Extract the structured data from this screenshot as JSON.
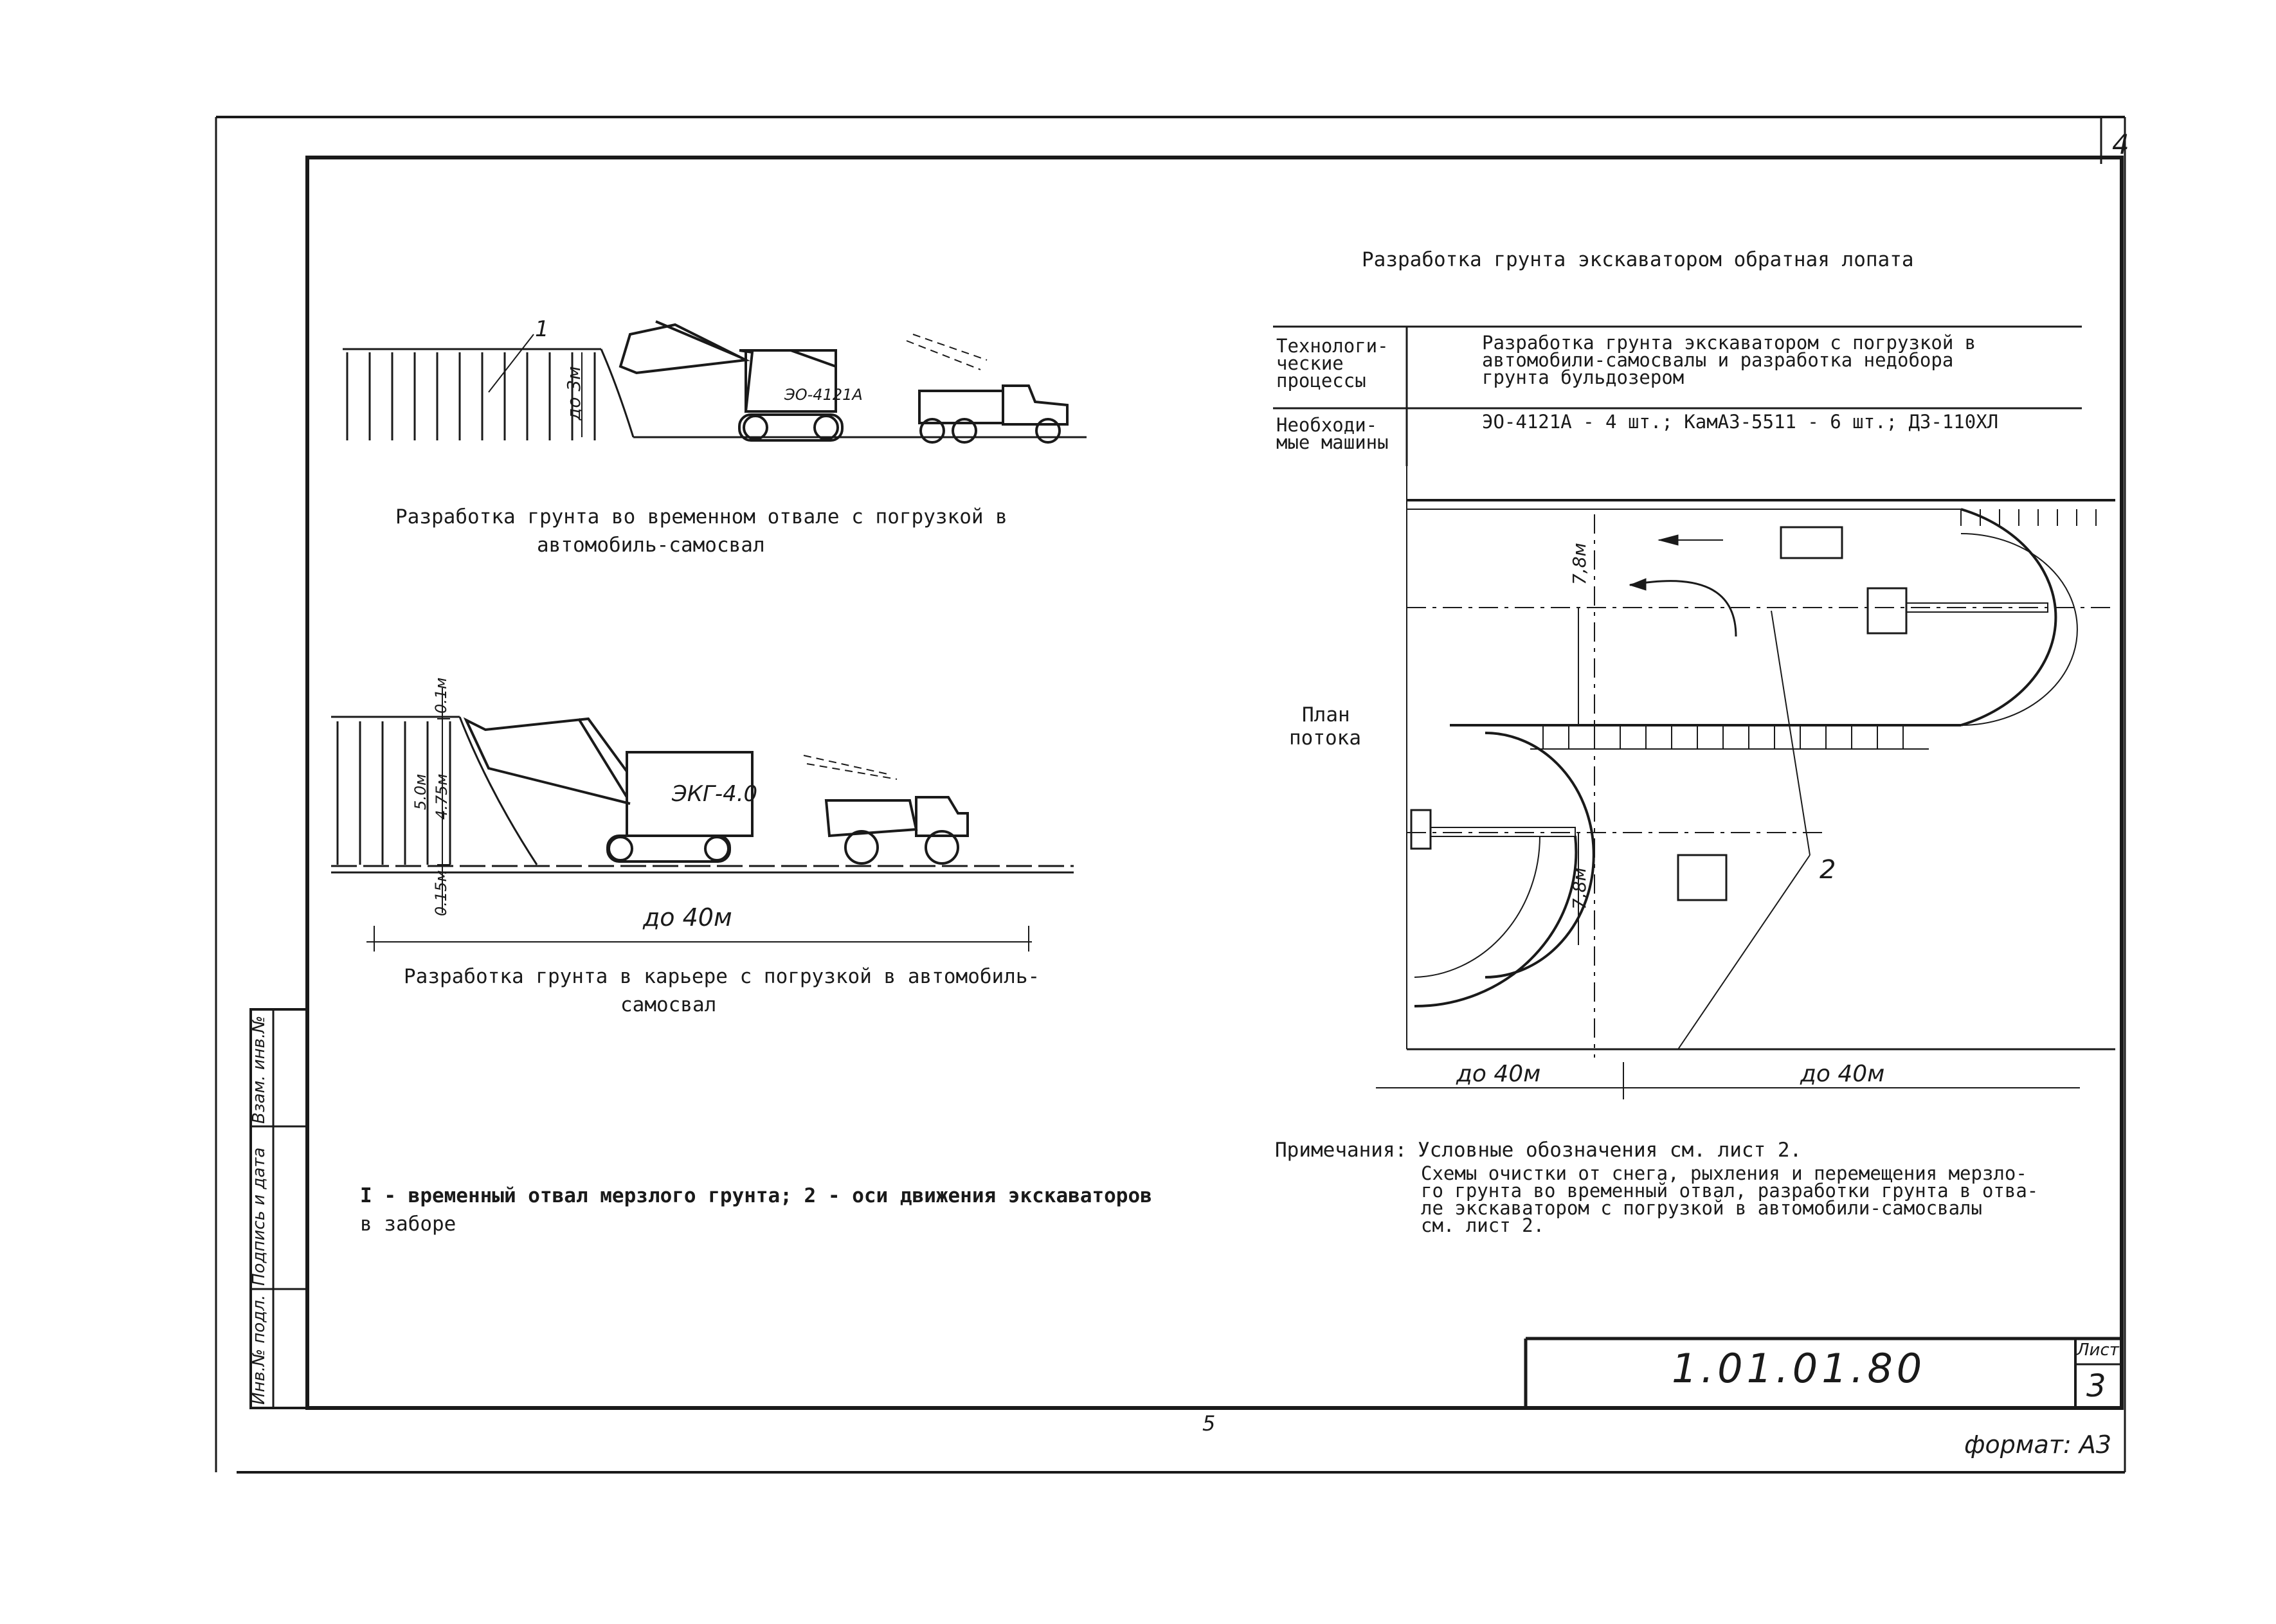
{
  "corner_sheet_number": "4",
  "page_footer_number": "5",
  "format_label": "формат: А3",
  "title_block": {
    "code": "1.01.01.80",
    "sheet_label": "Лист",
    "sheet_number": "3"
  },
  "side_stamp": {
    "cells": [
      "Инв.№ подл.",
      "Подпись и дата",
      "Взам. инв.№"
    ]
  },
  "left": {
    "fig1": {
      "dim_label": "до 3м",
      "callout": "1",
      "excavator_label": "ЭО-4121А",
      "caption_lines": [
        "Разработка грунта во временном отвале с погрузкой в",
        "автомобиль-самосвал"
      ]
    },
    "fig2": {
      "dim_top": "0.1м",
      "dim_a": "5.0м",
      "dim_b": "4.75м",
      "dim_c": "0.15м",
      "excavator_label": "ЭКГ-4.0",
      "width_label": "до 40м",
      "caption_lines": [
        "Разработка грунта в карьере с погрузкой в автомобиль-",
        "самосвал"
      ]
    },
    "legend_lines": [
      "I - временный отвал мерзлого грунта; 2 - оси движения экскаваторов",
      "в заборе"
    ]
  },
  "right": {
    "title": "Разработка грунта экскаватором обратная лопата",
    "table": {
      "row1_label": [
        "Технологи-",
        "ческие",
        "процессы"
      ],
      "row1_value": [
        "Разработка грунта экскаватором с погрузкой в",
        "автомобили-самосвалы и разработка недобора",
        "грунта бульдозером"
      ],
      "row2_label": [
        "Необходи-",
        "мые машины"
      ],
      "row2_value": "ЭО-4121А - 4 шт.; КамАЗ-5511 - 6 шт.; ДЗ-110ХЛ"
    },
    "plan": {
      "label_lines": [
        "План",
        "потока"
      ],
      "dim_top": "7,8м",
      "dim_bottom": "7,8м",
      "callout": "2",
      "width_left": "до 40м",
      "width_right": "до 40м"
    },
    "notes": {
      "label": "Примечания:",
      "line1": "Условные обозначения см. лист 2.",
      "lines": [
        "Схемы очистки от снега, рыхления и перемещения мерзло-",
        "го грунта во временный отвал, разработки грунта в отва-",
        "ле экскаватором с погрузкой в автомобили-самосвалы",
        "см. лист 2."
      ]
    }
  }
}
